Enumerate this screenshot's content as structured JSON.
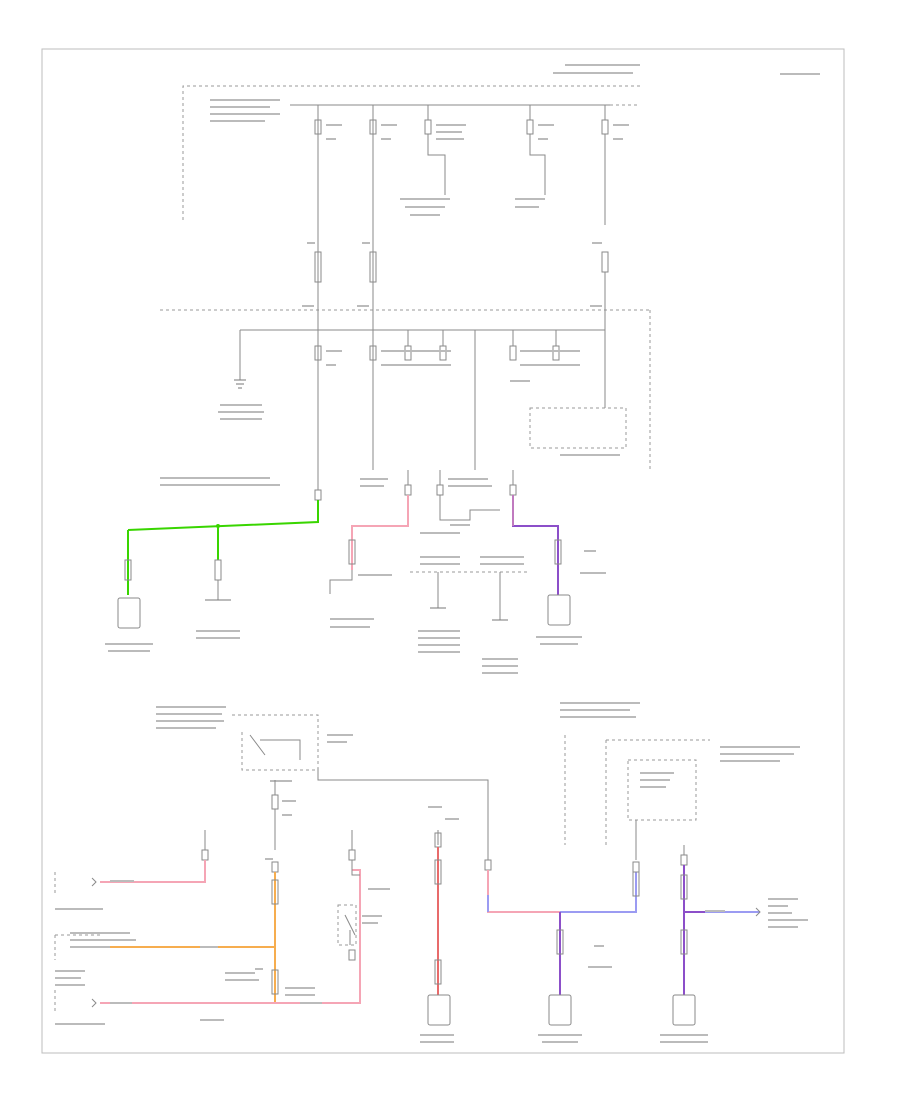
{
  "page": {
    "corner_label": "",
    "footer_label": ""
  },
  "colors": {
    "green_wire": "#39d500",
    "pink_wire": "#f5a5b5",
    "orange_wire": "#f6ad4f",
    "purple_wire": "#8c4fc9",
    "blue_wire": "#9b9bf2",
    "red_wire": "#e86b6b",
    "plain_wire": "#8a8a8a"
  },
  "icons": [
    "ground-symbol",
    "switch-symbol",
    "connector-symbol",
    "component-box"
  ]
}
